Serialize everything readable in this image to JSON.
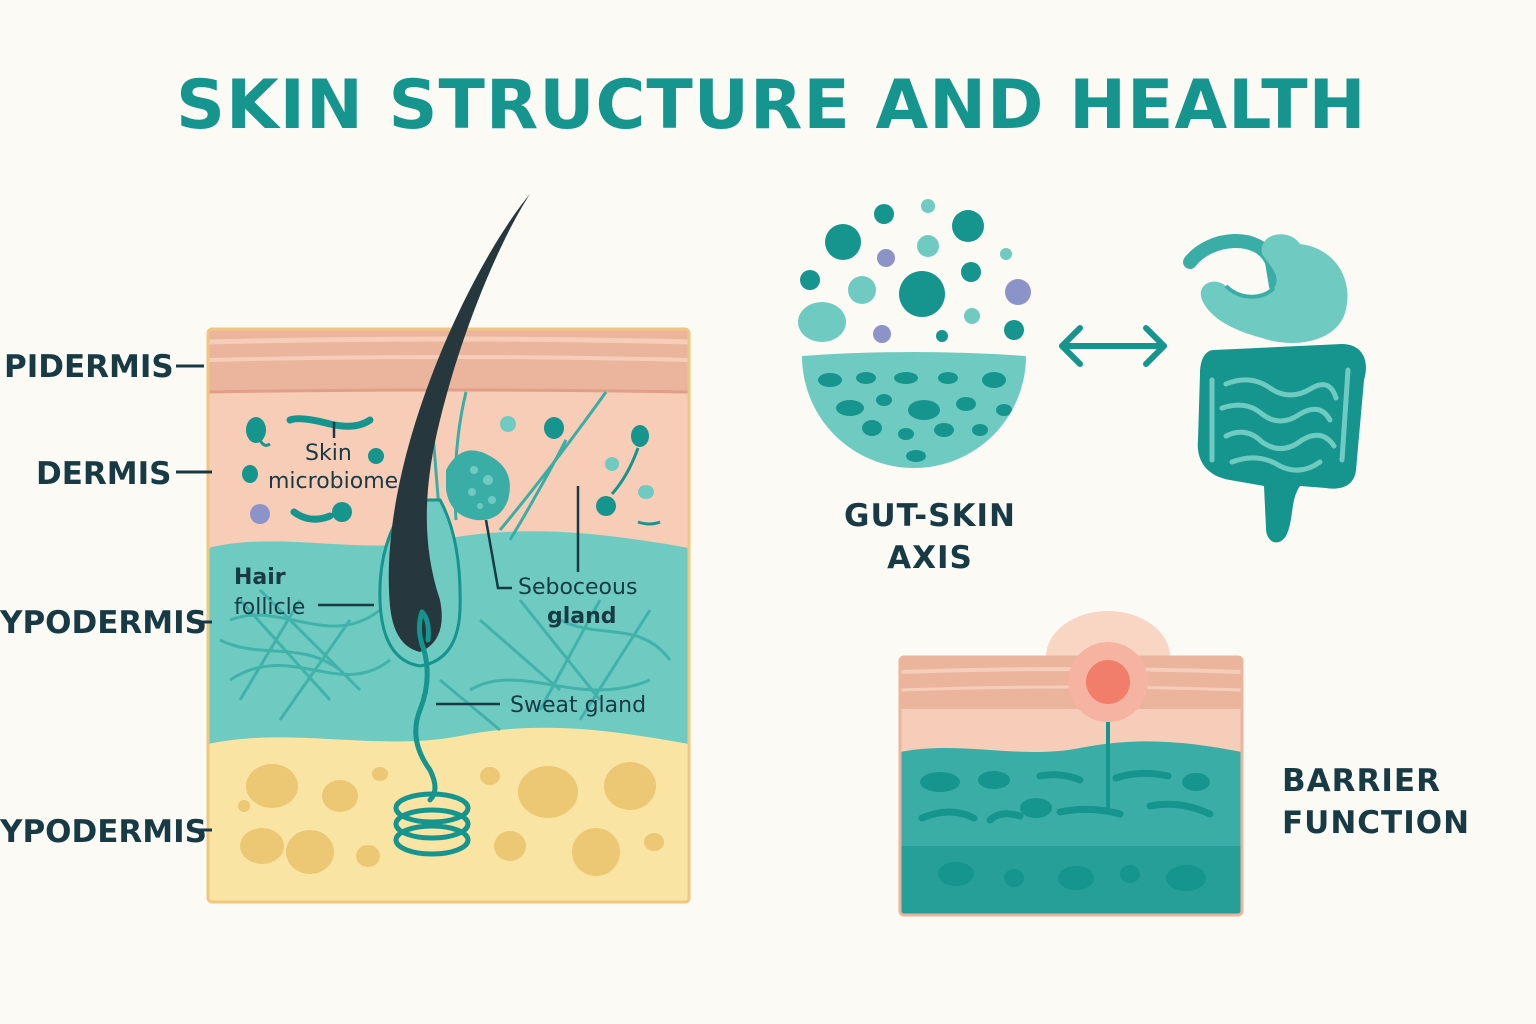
{
  "title": "SKIN STRUCTURE AND HEALTH",
  "layers": {
    "epidermis": "PIDERMIS",
    "dermis": "DERMIS",
    "hypodermis_1": "YPODERMIS",
    "hypodermis_2": "YPODERMIS"
  },
  "labels": {
    "microbiome_line1": "Skin",
    "microbiome_line2": "microbiome",
    "hair_line1": "Hair",
    "hair_line2": "follicle",
    "sebaceous_line1": "Seboceous",
    "sebaceous_line2": "gland",
    "sweat": "Sweat gland"
  },
  "gut_skin": {
    "line1": "GUT-SKIN",
    "line2": "AXIS"
  },
  "barrier": {
    "line1": "BARRIER",
    "line2": "FUNCTION"
  },
  "colors": {
    "teal_dark": "#16948e",
    "teal_light": "#6fcbc2",
    "peach": "#f6cdb8",
    "yellow": "#fae4a4",
    "hair": "#26383e",
    "text": "#173a45"
  }
}
